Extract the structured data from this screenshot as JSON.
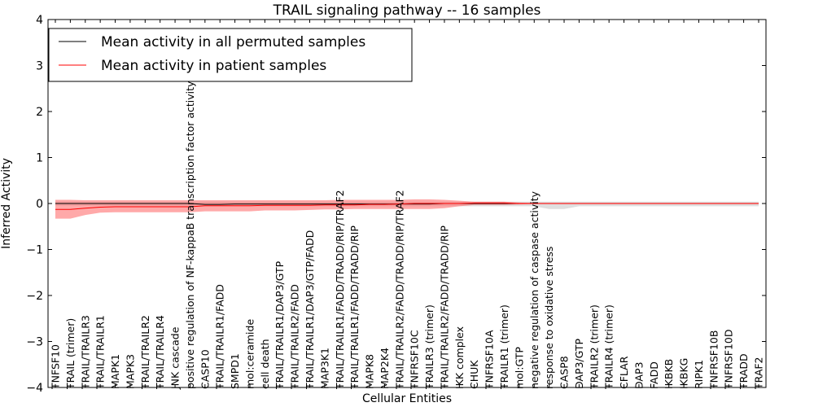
{
  "chart_data": {
    "type": "line",
    "title": "TRAIL signaling pathway -- 16 samples",
    "xlabel": "Cellular Entities",
    "ylabel": "Inferred Activity",
    "ylim": [
      -4,
      4
    ],
    "yticks": [
      -4,
      -3,
      -2,
      -1,
      0,
      1,
      2,
      3,
      4
    ],
    "ytick_labels": [
      "−4",
      "−3",
      "−2",
      "−1",
      "0",
      "1",
      "2",
      "3",
      "4"
    ],
    "grid": false,
    "legend_position": "top-left",
    "categories": [
      "TNFSF10",
      "TRAIL (trimer)",
      "TRAIL/TRAILR3",
      "TRAIL/TRAILR1",
      "MAPK1",
      "MAPK3",
      "TRAIL/TRAILR2",
      "TRAIL/TRAILR4",
      "JNK cascade",
      "positive regulation of NF-kappaB transcription factor activity",
      "CASP10",
      "TRAIL/TRAILR1/FADD",
      "SMPD1",
      "mol:ceramide",
      "cell death",
      "TRAIL/TRAILR1/DAP3/GTP",
      "TRAIL/TRAILR2/FADD",
      "TRAIL/TRAILR1/DAP3/GTP/FADD",
      "MAP3K1",
      "TRAIL/TRAILR1/FADD/TRADD/RIP/TRAF2",
      "TRAIL/TRAILR1/FADD/TRADD/RIP",
      "MAPK8",
      "MAP2K4",
      "TRAIL/TRAILR2/FADD/TRADD/RIP/TRAF2",
      "TNFRSF10C",
      "TRAILR3 (trimer)",
      "TRAIL/TRAILR2/FADD/TRADD/RIP",
      "IKK complex",
      "CHUK",
      "TNFRSF10A",
      "TRAILR1 (trimer)",
      "mol:GTP",
      "negative regulation of caspase activity",
      "response to oxidative stress",
      "CASP8",
      "DAP3/GTP",
      "TRAILR2 (trimer)",
      "TRAILR4 (trimer)",
      "CFLAR",
      "DAP3",
      "FADD",
      "IKBKB",
      "IKBKG",
      "RIPK1",
      "TNFRSF10B",
      "TNFRSF10D",
      "TRADD",
      "TRAF2"
    ],
    "series": [
      {
        "name": "Mean activity in all permuted samples",
        "color": "#000000",
        "band_color": "#c0c0c0",
        "values": [
          0.0,
          0.0,
          0.0,
          0.0,
          0.0,
          0.0,
          0.0,
          0.0,
          0.0,
          0.0,
          -0.02,
          -0.02,
          -0.01,
          -0.01,
          -0.01,
          -0.01,
          -0.01,
          -0.01,
          -0.01,
          -0.01,
          -0.01,
          -0.01,
          -0.01,
          -0.01,
          -0.01,
          -0.01,
          0.0,
          0.0,
          0.0,
          0.0,
          0.0,
          0.0,
          0.0,
          0.0,
          0.0,
          0.0,
          0.0,
          0.0,
          0.0,
          0.0,
          0.0,
          0.0,
          0.0,
          0.0,
          0.0,
          0.0,
          0.0,
          0.0
        ],
        "upper": [
          0.04,
          0.04,
          0.04,
          0.04,
          0.04,
          0.04,
          0.04,
          0.04,
          0.04,
          0.04,
          0.04,
          0.04,
          0.04,
          0.04,
          0.04,
          0.04,
          0.04,
          0.04,
          0.04,
          0.04,
          0.04,
          0.04,
          0.04,
          0.04,
          0.04,
          0.04,
          0.04,
          0.04,
          0.04,
          0.04,
          0.04,
          0.04,
          0.04,
          0.04,
          0.04,
          0.04,
          0.04,
          0.04,
          0.04,
          0.04,
          0.04,
          0.04,
          0.04,
          0.04,
          0.04,
          0.04,
          0.04,
          0.04
        ],
        "lower": [
          -0.05,
          -0.05,
          -0.05,
          -0.05,
          -0.05,
          -0.05,
          -0.05,
          -0.05,
          -0.05,
          -0.05,
          -0.06,
          -0.06,
          -0.06,
          -0.06,
          -0.06,
          -0.06,
          -0.06,
          -0.06,
          -0.06,
          -0.06,
          -0.06,
          -0.06,
          -0.06,
          -0.06,
          -0.06,
          -0.06,
          -0.06,
          -0.06,
          -0.06,
          -0.06,
          -0.06,
          -0.06,
          -0.06,
          -0.12,
          -0.12,
          -0.06,
          -0.06,
          -0.06,
          -0.06,
          -0.06,
          -0.06,
          -0.06,
          -0.06,
          -0.06,
          -0.06,
          -0.06,
          -0.06,
          -0.06
        ]
      },
      {
        "name": "Mean activity in patient samples",
        "color": "#ff0000",
        "band_color": "#ff7070",
        "values": [
          -0.13,
          -0.13,
          -0.1,
          -0.08,
          -0.07,
          -0.07,
          -0.07,
          -0.07,
          -0.07,
          -0.07,
          -0.05,
          -0.05,
          -0.05,
          -0.05,
          -0.04,
          -0.04,
          -0.04,
          -0.04,
          -0.03,
          -0.03,
          -0.03,
          -0.02,
          -0.02,
          -0.01,
          0.0,
          0.0,
          0.0,
          0.0,
          0.01,
          0.01,
          0.01,
          0.0,
          0.0,
          0.0,
          0.0,
          0.0,
          0.0,
          0.0,
          0.0,
          0.0,
          0.0,
          0.0,
          0.0,
          0.0,
          0.0,
          0.0,
          0.0,
          0.0
        ],
        "upper": [
          0.08,
          0.08,
          0.07,
          0.07,
          0.07,
          0.07,
          0.07,
          0.07,
          0.07,
          0.07,
          0.07,
          0.07,
          0.07,
          0.07,
          0.07,
          0.07,
          0.07,
          0.07,
          0.07,
          0.08,
          0.08,
          0.08,
          0.08,
          0.08,
          0.09,
          0.09,
          0.08,
          0.06,
          0.04,
          0.04,
          0.04,
          0.02,
          0.01,
          0.01,
          0.01,
          0.01,
          0.01,
          0.01,
          0.01,
          0.01,
          0.01,
          0.01,
          0.01,
          0.01,
          0.01,
          0.01,
          0.01,
          0.01
        ],
        "lower": [
          -0.33,
          -0.33,
          -0.25,
          -0.2,
          -0.19,
          -0.19,
          -0.19,
          -0.19,
          -0.19,
          -0.19,
          -0.17,
          -0.17,
          -0.17,
          -0.17,
          -0.15,
          -0.15,
          -0.15,
          -0.14,
          -0.13,
          -0.13,
          -0.12,
          -0.12,
          -0.12,
          -0.12,
          -0.12,
          -0.12,
          -0.1,
          -0.06,
          -0.03,
          -0.03,
          -0.03,
          -0.02,
          -0.01,
          -0.01,
          -0.01,
          -0.01,
          -0.01,
          -0.01,
          -0.01,
          -0.01,
          -0.01,
          -0.01,
          -0.01,
          -0.01,
          -0.01,
          -0.01,
          -0.01,
          -0.01
        ]
      }
    ]
  }
}
